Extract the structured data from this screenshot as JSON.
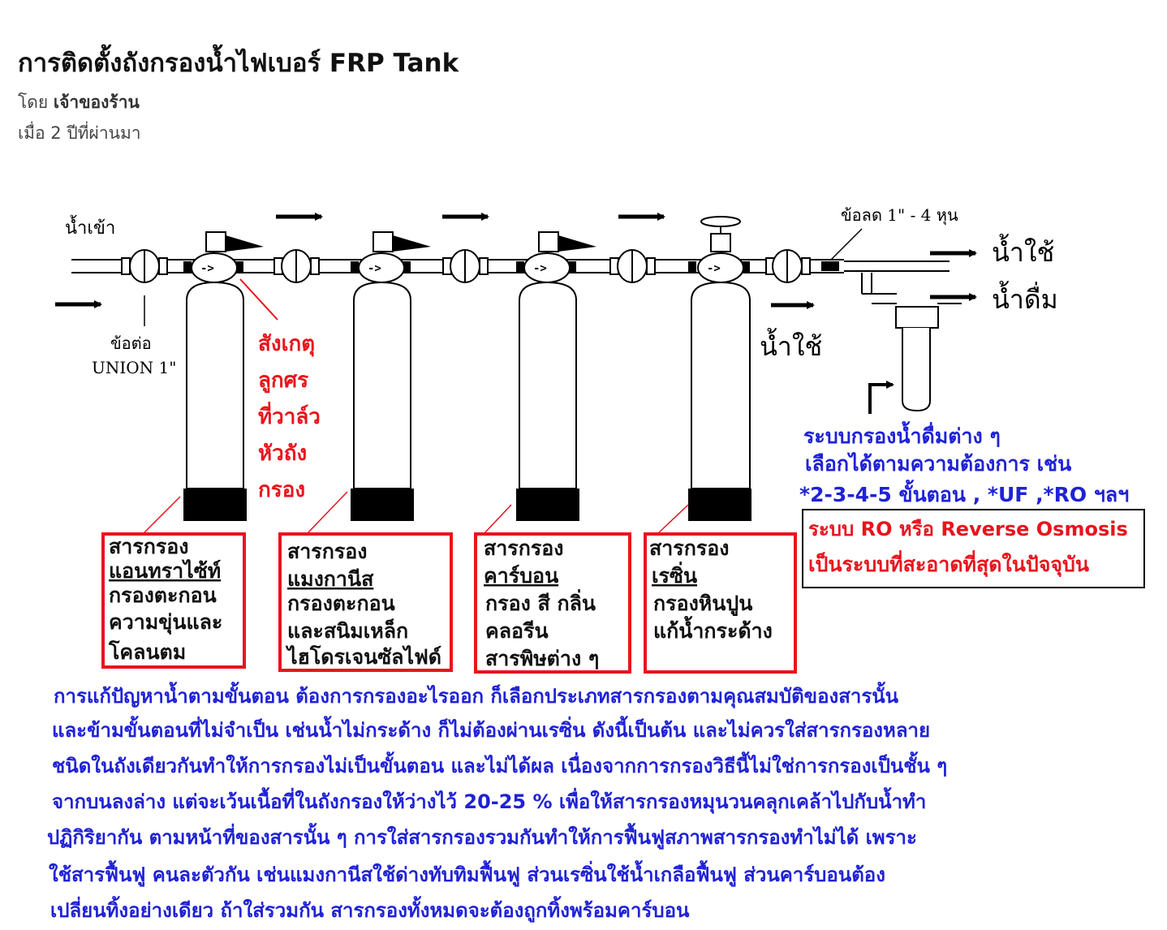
{
  "post": {
    "title": "การติดตั้งถังกรองน้ำไฟเบอร์ FRP Tank",
    "author_prefix": "โดย",
    "author": "เจ้าของร้าน",
    "time": "เมื่อ 2 ปีที่ผ่านมา"
  },
  "diagram": {
    "inlet_label": "น้ำเข้า",
    "union_label_1": "ข้อต่อ",
    "union_label_2": "UNION 1\"",
    "reducer_label": "ข้อลด 1\" - 4 หุน",
    "use_label": "น้ำใช้",
    "drink_label": "น้ำดื่ม",
    "use_label_2": "น้ำใช้",
    "valve_symbol": "->",
    "note_lines": [
      "สังเกตุ",
      "ลูกศร",
      "ที่วาล์ว",
      "หัวถัง",
      "กรอง"
    ],
    "filters": [
      {
        "lines": [
          "สารกรอง",
          "แอนทราไซ้ท์",
          "กรองตะกอน",
          "ความขุ่นและ",
          "โคลนตม"
        ],
        "underline": 1
      },
      {
        "lines": [
          "สารกรอง",
          "แมงกานีส",
          "กรองตะกอน",
          "และสนิมเหล็ก",
          "ไฮโดรเจนซัลไฟด์"
        ],
        "underline": 1
      },
      {
        "lines": [
          "สารกรอง",
          "คาร์บอน",
          "กรอง สี กลิ่น",
          "คลอรีน",
          "สารพิษต่าง ๆ"
        ],
        "underline": 1
      },
      {
        "lines": [
          "สารกรอง",
          "เรซิ่น",
          "กรองหินปูน",
          "แก้น้ำกระด้าง"
        ],
        "underline": 1
      }
    ],
    "drinking_system_lines": [
      "ระบบกรองน้ำดื่มต่าง ๆ",
      "เลือกได้ตามความต้องการ เช่น",
      "*2-3-4-5 ขั้นตอน , *UF ,*RO ฯลฯ"
    ],
    "ro_lines": [
      "ระบบ RO หรือ Reverse Osmosis",
      "เป็นระบบที่สะอาดที่สุดในปัจจุบัน"
    ],
    "paragraph_lines": [
      "การแก้ปัญหาน้ำตามขั้นตอน ต้องการกรองอะไรออก ก็เลือกประเภทสารกรองตามคุณสมบัติของสารนั้น",
      "และข้ามขั้นตอนที่ไม่จำเป็น เช่นน้ำไม่กระด้าง ก็ไม่ต้องผ่านเรซิ่น ดังนี้เป็นต้น  และไม่ควรใส่สารกรองหลาย",
      "ชนิดในถังเดียวกันทำให้การกรองไม่เป็นขั้นตอน และไม่ได้ผล เนื่องจากการกรองวิธีนี้ไม่ใช่การกรองเป็นชั้น ๆ",
      "จากบนลงล่าง แต่จะเว้นเนื้อที่ในถังกรองให้ว่างไว้ 20-25 % เพื่อให้สารกรองหมุนวนคลุกเคล้าไปกับน้ำทำ",
      "ปฏิกิริยากัน ตามหน้าที่ของสารนั้น ๆ การใส่สารกรองรวมกันทำให้การฟื้นฟูสภาพสารกรองทำไม่ได้ เพราะ",
      "ใช้สารฟื้นฟู คนละตัวกัน เช่นแมงกานีสใช้ด่างทับทิมฟื้นฟู ส่วนเรซิ่นใช้น้ำเกลือฟื้นฟู ส่วนคาร์บอนต้อง",
      "เปลี่ยนทิ้งอย่างเดียว ถ้าใส่รวมกัน สารกรองทั้งหมดจะต้องถูกทิ้งพร้อมคาร์บอน"
    ],
    "colors": {
      "red": "#e8141d",
      "blue": "#1f22d6",
      "black": "#000000"
    }
  }
}
